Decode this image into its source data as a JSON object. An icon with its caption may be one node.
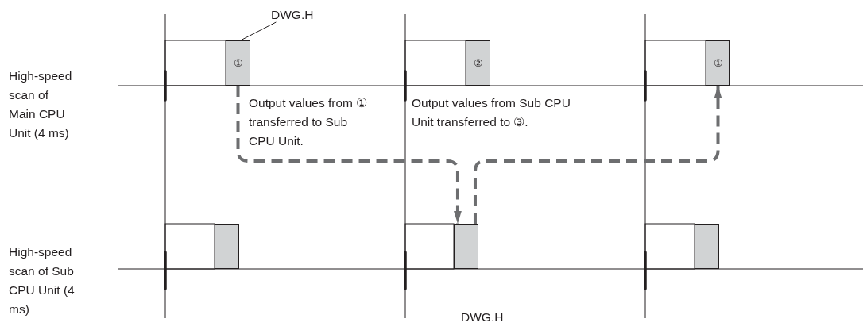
{
  "diagram": {
    "nodes": [
      {
        "text": [
          "DWG.H"
        ]
      },
      {
        "text": [
          "①"
        ]
      },
      {
        "text": [
          "②"
        ]
      },
      {
        "text": [
          "①"
        ]
      },
      {
        "text": [],
        "shape": "box"
      },
      {
        "text": [],
        "shape": "box"
      },
      {
        "text": [],
        "shape": "box"
      },
      {
        "text": [
          "DWG.H"
        ]
      }
    ],
    "edges": [
      {
        "from": 0,
        "to": 1,
        "arrow": "none"
      },
      {
        "from": 1,
        "to": 5,
        "arrow": "to",
        "style": "dashed",
        "color": "#6d6e70"
      },
      {
        "from": 5,
        "to": 3,
        "arrow": "to",
        "style": "dashed",
        "color": "#6d6e70"
      },
      {
        "from": 7,
        "to": 5,
        "arrow": "none"
      }
    ],
    "labels": [
      "High-speed scan of Main CPU Unit (4 ms)",
      "Output values from ① transferred to Sub CPU Unit.",
      "Output values from Sub CPU Unit transferred to ③.",
      "High-speed scan of Sub CPU Unit (4 ms)"
    ]
  }
}
